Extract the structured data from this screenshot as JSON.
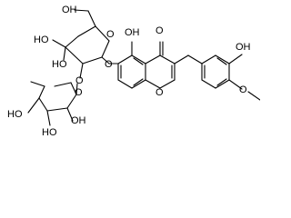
{
  "molecule": {
    "labels": {
      "oh_top_sugar": "OH",
      "ho_sugar_left": "HO",
      "ho_sugar_lower": "HO",
      "ring_oxygen_glucose": "O",
      "glycosidic_oxygen": "O",
      "link_oxygen": "O",
      "ring_oxygen_rhamnose": "O",
      "ho_rhamnose_left": "HO",
      "oh_rhamnose_right": "OH",
      "ho_rhamnose_bottom": "HO",
      "oh_chromone_top": "OH",
      "ketone_oxygen": "O",
      "chromone_ring_oxygen": "O",
      "oh_phenyl": "OH",
      "methoxy_oxygen": "O"
    }
  },
  "colors": {
    "ink": "#000000",
    "background": "#ffffff"
  }
}
